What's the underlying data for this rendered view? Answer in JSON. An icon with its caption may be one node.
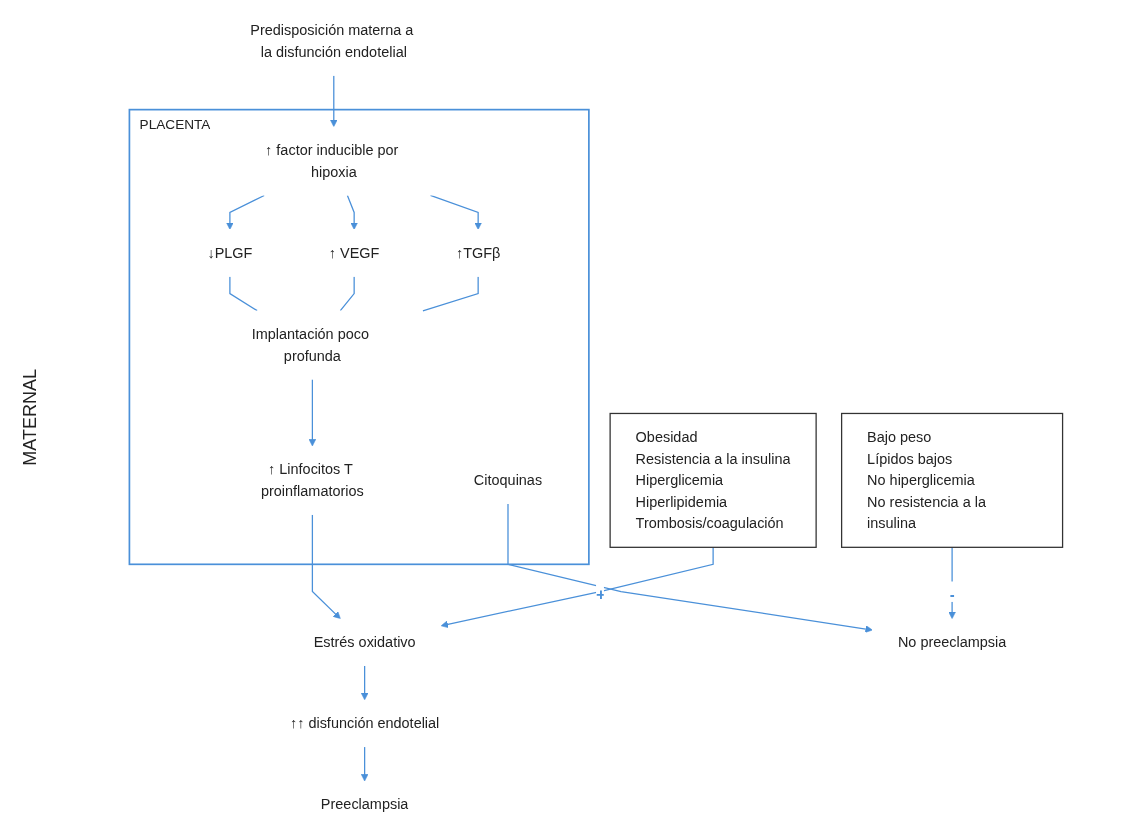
{
  "diagram": {
    "nodes": [
      {
        "text": [
          "Predisposición materna a la disfunción endotelial"
        ]
      },
      {
        "text": [
          "PLACENTA"
        ]
      },
      {
        "text": [
          "↑ factor inducible por hipoxia"
        ],
        "in": 1
      },
      {
        "text": [
          "↓PLGF"
        ],
        "in": 1
      },
      {
        "text": [
          "↑ VEGF"
        ],
        "in": 1
      },
      {
        "text": [
          "↑TGFβ"
        ],
        "in": 1
      },
      {
        "text": [
          "Implantación poco profunda"
        ],
        "in": 1
      },
      {
        "text": [
          "↑ Linfocitos T proinflamatorios"
        ],
        "in": 1
      },
      {
        "text": [
          "Citoquinas"
        ],
        "in": 1
      },
      {
        "text": [
          "Obesidad",
          "Resistencia a la insulina",
          "Hiperglicemia",
          "Hiperlipidemia",
          "Trombosis/coagulación"
        ]
      },
      {
        "text": [
          "Bajo peso",
          "Lípidos bajos",
          "No hiperglicemia",
          "No resistencia a la insulina"
        ]
      },
      {
        "text": [
          "Estrés oxidativo"
        ]
      },
      {
        "text": [
          "↑↑ disfunción endotelial"
        ]
      },
      {
        "text": [
          "Preeclampsia"
        ]
      },
      {
        "text": [
          "No preeclampsia"
        ]
      }
    ],
    "edges": [
      {
        "from": 0,
        "to": 2,
        "arrow": "to"
      },
      {
        "from": 2,
        "to": 3,
        "arrow": "to"
      },
      {
        "from": 2,
        "to": 4,
        "arrow": "to"
      },
      {
        "from": 2,
        "to": 5,
        "arrow": "to"
      },
      {
        "from": 3,
        "to": 6,
        "arrow": "none"
      },
      {
        "from": 4,
        "to": 6,
        "arrow": "none"
      },
      {
        "from": 5,
        "to": 6,
        "arrow": "none"
      },
      {
        "from": 6,
        "to": 7,
        "arrow": "to"
      },
      {
        "from": 7,
        "to": 11,
        "arrow": "to"
      },
      {
        "from": 9,
        "to": 11,
        "arrow": "to",
        "label": "+"
      },
      {
        "from": 11,
        "to": 12,
        "arrow": "to"
      },
      {
        "from": 12,
        "to": 13,
        "arrow": "to"
      },
      {
        "from": 8,
        "to": 14,
        "arrow": "to"
      },
      {
        "from": 10,
        "to": 14,
        "arrow": "to",
        "label": "-"
      }
    ],
    "labels": [
      "MATERNAL"
    ]
  }
}
